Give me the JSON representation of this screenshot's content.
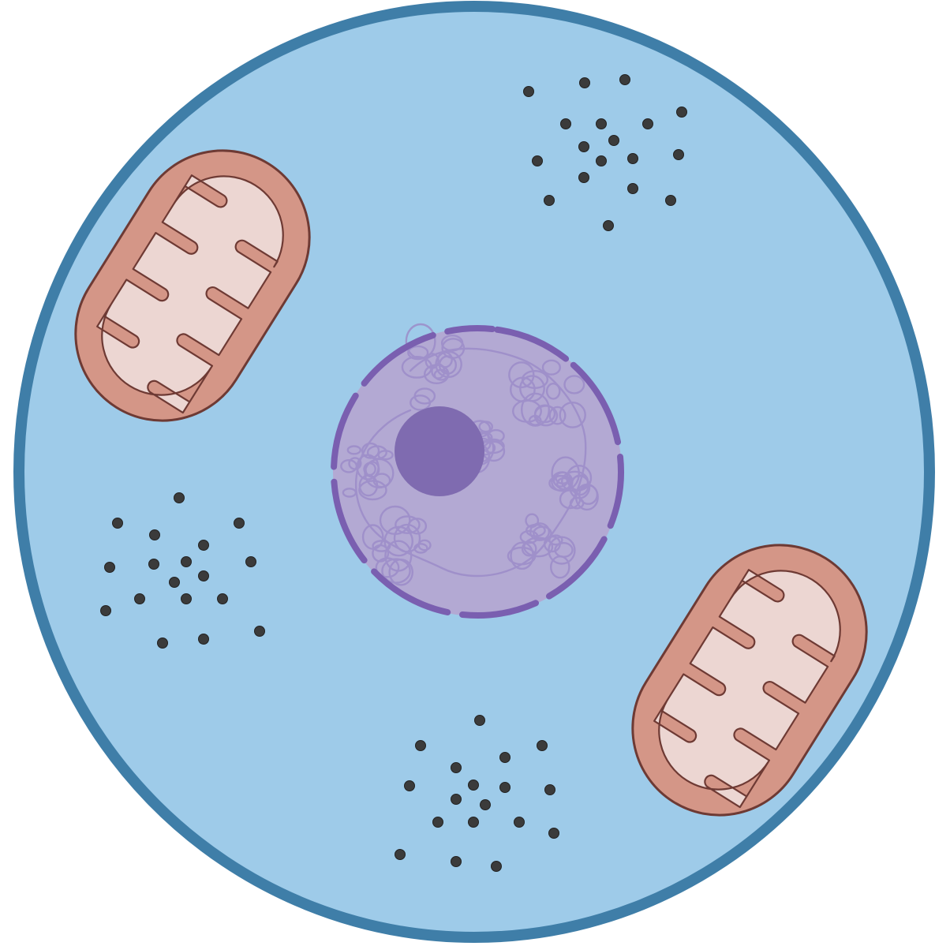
{
  "colors": {
    "background": "#ffffff",
    "cytoplasm": "#9ecbe9",
    "cell_membrane": "#3f7ea8",
    "nucleus_fill": "#b3a9d3",
    "nuclear_envelope": "#7a5fb0",
    "chromatin": "#9c8cc9",
    "nucleolus": "#7f6bb0",
    "mitochondrion_outer": "#d49687",
    "mitochondrion_outline": "#6e3a34",
    "mitochondrion_inner": "#ecd6d2",
    "ribosome": "#3b3b3b"
  },
  "structures": [
    "cell-membrane-icon",
    "cytoplasm-icon",
    "nucleus-icon",
    "nuclear-envelope-icon",
    "nucleolus-icon",
    "chromatin-icon",
    "mitochondrion-icon",
    "ribosome-cluster-icon"
  ],
  "counts": {
    "mitochondria": 2,
    "ribosome_clusters": 3,
    "nucleoli": 1
  }
}
